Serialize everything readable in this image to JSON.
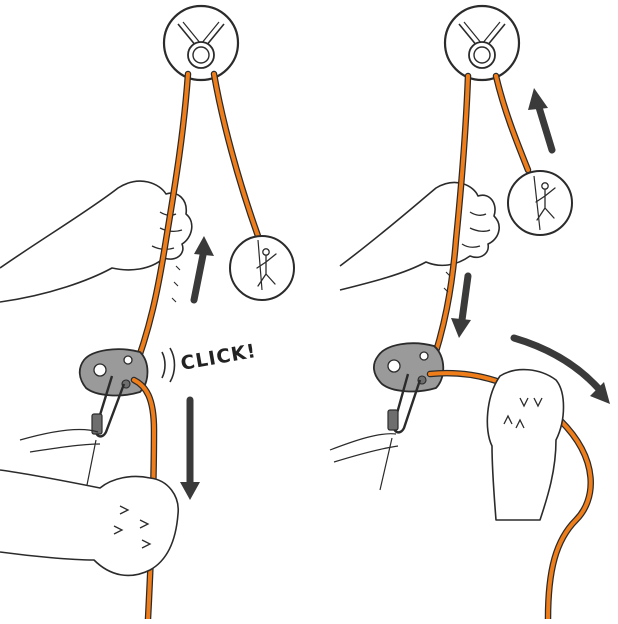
{
  "diagram": {
    "click_label": "CLICK!",
    "colors": {
      "rope": "#ee7d1a",
      "outline": "#2b2b2b",
      "arrow": "#3a3a3a",
      "device": "#9a9a9a",
      "device_dark": "#6e6e6e",
      "background": "#ffffff"
    },
    "panels": [
      {
        "id": "left",
        "icons": [
          "anchor-pulley-icon",
          "climber-icon",
          "belay-device-icon",
          "carabiner-icon",
          "arrow-up-icon",
          "arrow-down-icon"
        ]
      },
      {
        "id": "right",
        "icons": [
          "anchor-pulley-icon",
          "climber-icon",
          "belay-device-icon",
          "carabiner-icon",
          "arrow-up-icon",
          "arrow-down-icon",
          "arrow-curved-icon"
        ]
      }
    ]
  }
}
